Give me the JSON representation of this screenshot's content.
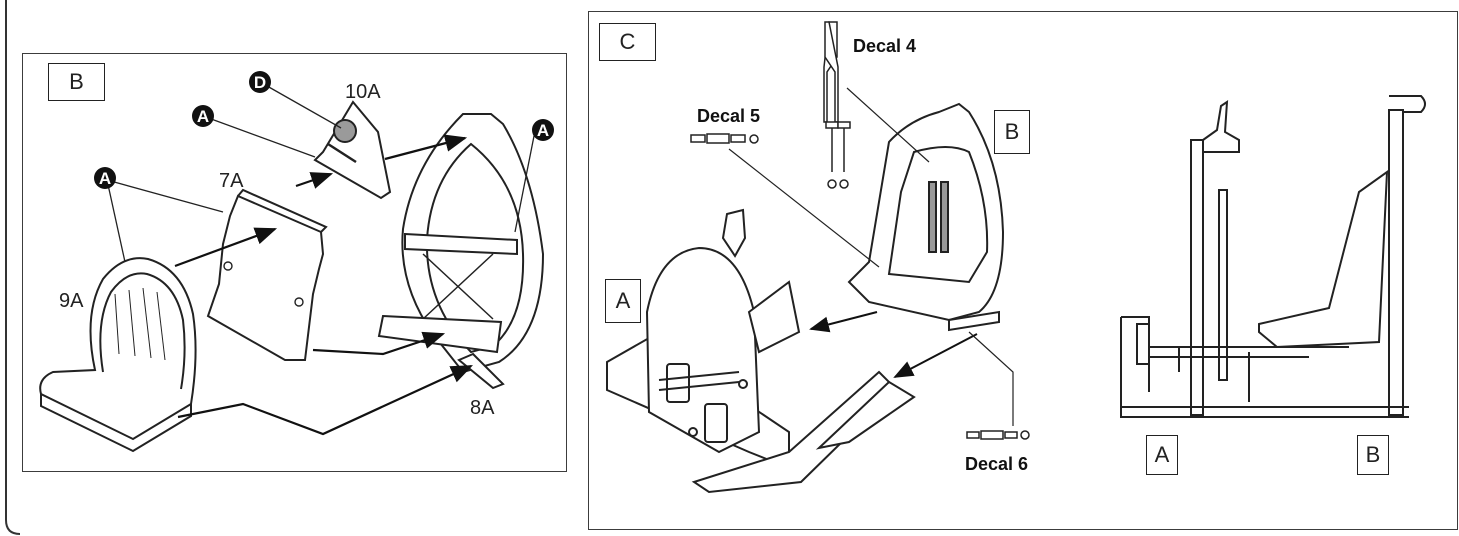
{
  "panels": {
    "b": {
      "label": "B",
      "parts": [
        "10A",
        "7A",
        "9A",
        "8A"
      ],
      "callouts": [
        "A",
        "A",
        "A",
        "D"
      ]
    },
    "c": {
      "label": "C",
      "inner_labels": [
        "A",
        "B"
      ],
      "decals": [
        "Decal 4",
        "Decal 5",
        "Decal 6"
      ],
      "side_view_labels": [
        "A",
        "B"
      ]
    }
  }
}
